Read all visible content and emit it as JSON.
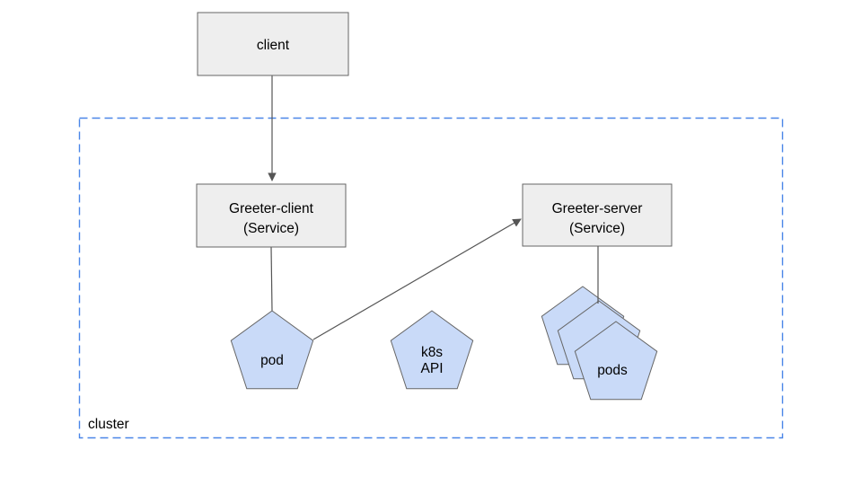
{
  "colors": {
    "canvas_bg": "#ffffff",
    "box_fill": "#eeeeee",
    "box_border": "#666666",
    "pentagon_fill": "#c9daf8",
    "pentagon_border": "#666666",
    "cluster_border": "#4a86e8",
    "connector": "#555555",
    "text": "#000000"
  },
  "diagram": {
    "cluster_label": "cluster",
    "nodes": {
      "client": {
        "shape": "rect",
        "label": "client"
      },
      "greeter_client": {
        "shape": "rect",
        "line1": "Greeter-client",
        "line2": "(Service)"
      },
      "greeter_server": {
        "shape": "rect",
        "line1": "Greeter-server",
        "line2": "(Service)"
      },
      "pod": {
        "shape": "pentagon",
        "label": "pod"
      },
      "k8s_api": {
        "shape": "pentagon",
        "line1": "k8s",
        "line2": "API"
      },
      "pods": {
        "shape": "pentagon-stack",
        "label": "pods",
        "stack_count": 3
      }
    },
    "edges": [
      {
        "from": "client",
        "to": "greeter_client",
        "type": "arrow"
      },
      {
        "from": "greeter_client",
        "to": "pod",
        "type": "line"
      },
      {
        "from": "pod",
        "to": "greeter_server",
        "type": "arrow"
      },
      {
        "from": "greeter_server",
        "to": "pods",
        "type": "line"
      }
    ]
  }
}
